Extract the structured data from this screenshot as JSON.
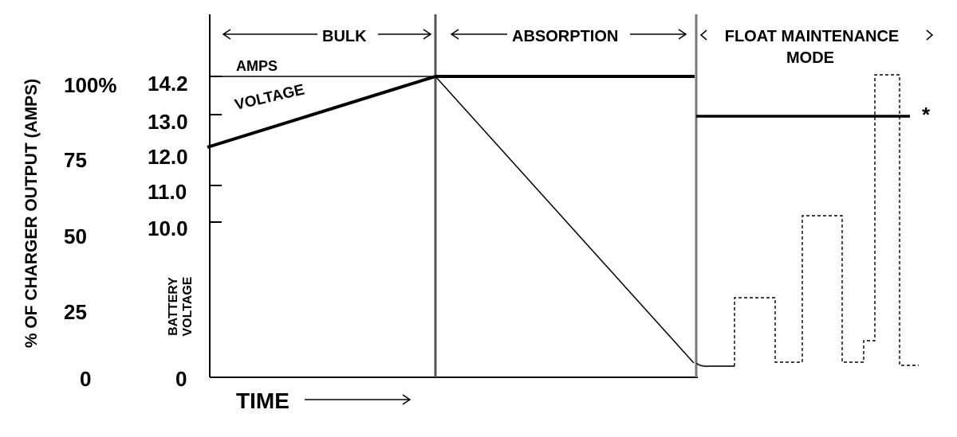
{
  "chart_data": {
    "type": "line",
    "title": "",
    "xlabel": "TIME",
    "ylabel": "% OF CHARGER OUTPUT (AMPS)",
    "ylabel_secondary": "BATTERY VOLTAGE",
    "percent_ticks": [
      "100%",
      "75",
      "50",
      "25",
      "0"
    ],
    "voltage_ticks": [
      "14.2",
      "13.0",
      "12.0",
      "11.0",
      "10.0",
      "0"
    ],
    "phases": [
      {
        "name": "BULK",
        "line1": "BULK",
        "line2": ""
      },
      {
        "name": "ABSORPTION",
        "line1": "ABSORPTION",
        "line2": ""
      },
      {
        "name": "FLOAT MAINTENANCE MODE",
        "line1": "FLOAT MAINTENANCE",
        "line2": "MODE"
      }
    ],
    "series": [
      {
        "name": "AMPS",
        "style": "thin"
      },
      {
        "name": "VOLTAGE",
        "style": "thick"
      },
      {
        "name": "",
        "style": "dashed"
      }
    ],
    "annotation": "*"
  }
}
